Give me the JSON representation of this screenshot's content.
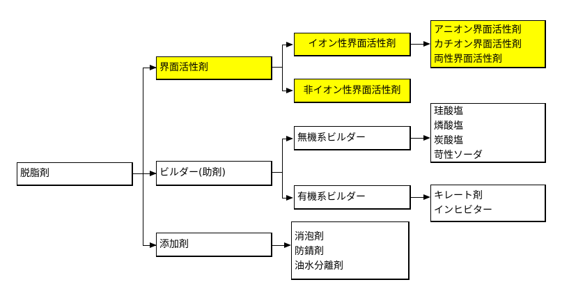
{
  "root": "脱脂剤",
  "surfactant": {
    "label": "界面活性剤",
    "ionic": "イオン性界面活性剤",
    "ionic_items": [
      "アニオン界面活性剤",
      "カチオン界面活性剤",
      "両性界面活性剤"
    ],
    "nonionic": "非イオン性界面活性剤"
  },
  "builder": {
    "label": "ビルダー(助剤)",
    "inorganic": "無機系ビルダー",
    "inorganic_items": [
      "珪酸塩",
      "燐酸塩",
      "炭酸塩",
      "苛性ソーダ"
    ],
    "organic": "有機系ビルダー",
    "organic_items": [
      "キレート剤",
      "インヒビター"
    ]
  },
  "additive": {
    "label": "添加剤",
    "items": [
      "消泡剤",
      "防錆剤",
      "油水分離剤"
    ]
  },
  "colors": {
    "highlight": "#ffff00",
    "line": "#000000"
  }
}
